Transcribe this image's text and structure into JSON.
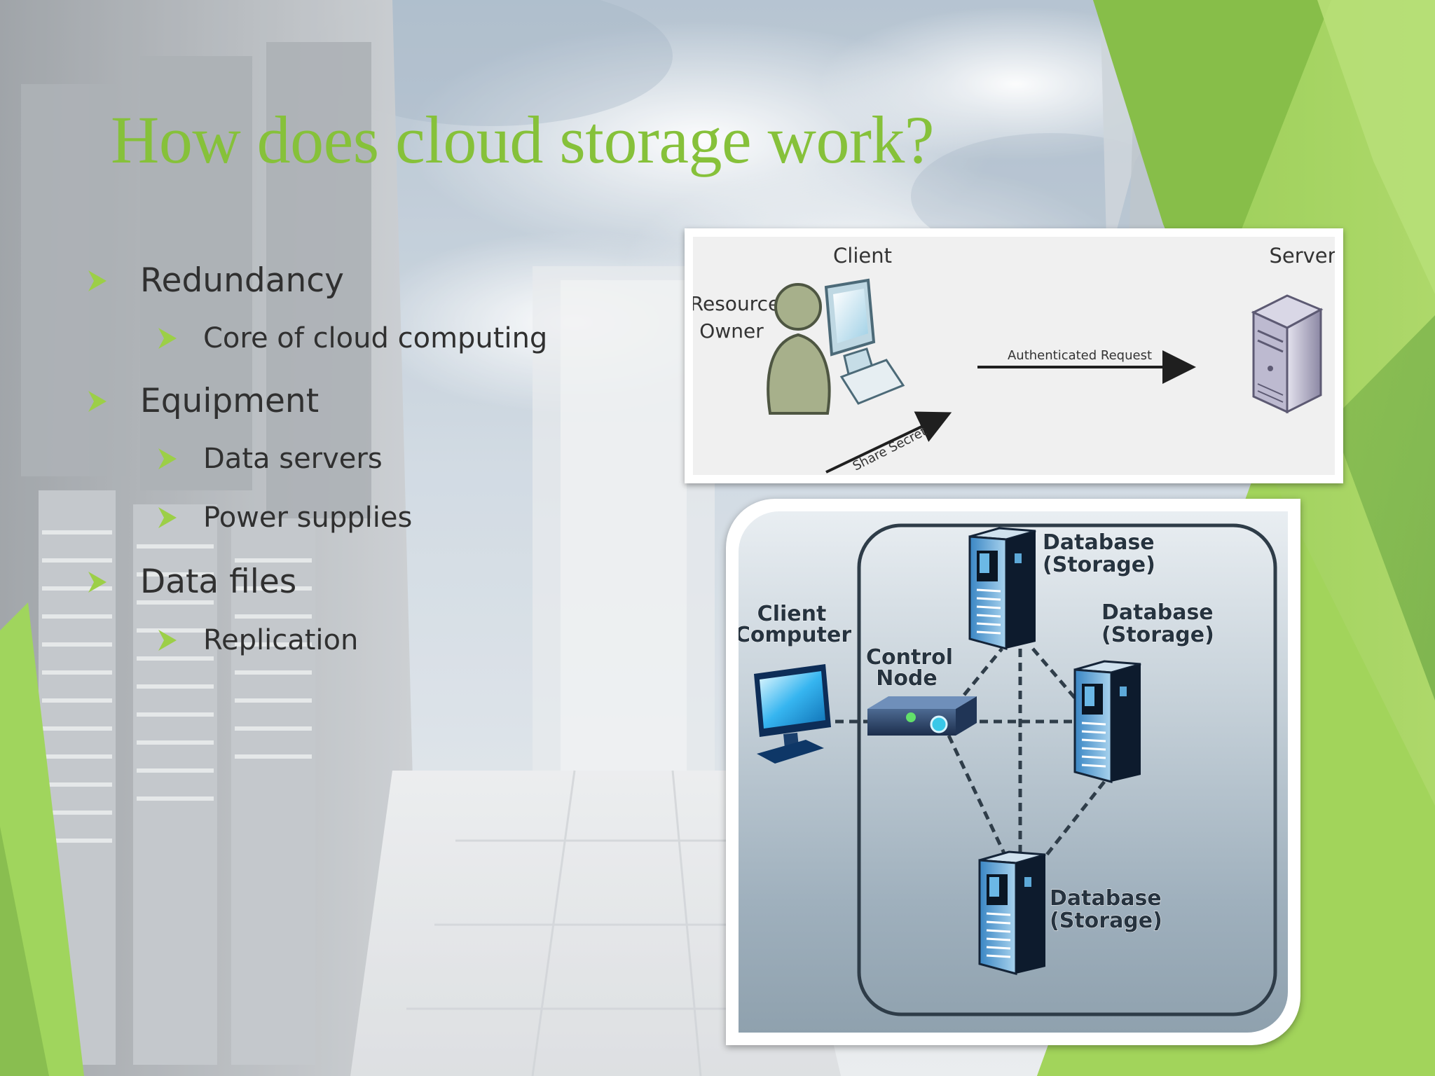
{
  "slide": {
    "title": "How does cloud storage work?",
    "bullets": [
      {
        "level": 1,
        "text": "Redundancy"
      },
      {
        "level": 2,
        "text": "Core of cloud computing"
      },
      {
        "level": 1,
        "text": "Equipment"
      },
      {
        "level": 2,
        "text": "Data servers"
      },
      {
        "level": 2,
        "text": "Power supplies"
      },
      {
        "level": 1,
        "text": "Data files"
      },
      {
        "level": 2,
        "text": "Replication"
      }
    ],
    "colors": {
      "accent_green": "#86c13a",
      "bullet_text": "#303030"
    }
  },
  "figure_auth": {
    "client_label": "Client",
    "server_label": "Server",
    "resource_owner_line1": "Resource",
    "resource_owner_line2": "Owner",
    "request_label": "Authenticated Request",
    "secret_label": "Share Secret"
  },
  "figure_storage": {
    "client_computer_line1": "Client",
    "client_computer_line2": "Computer",
    "control_node_line1": "Control",
    "control_node_line2": "Node",
    "databases": [
      {
        "line1": "Database",
        "line2": "(Storage)"
      },
      {
        "line1": "Database",
        "line2": "(Storage)"
      },
      {
        "line1": "Database",
        "line2": "(Storage)"
      }
    ]
  }
}
